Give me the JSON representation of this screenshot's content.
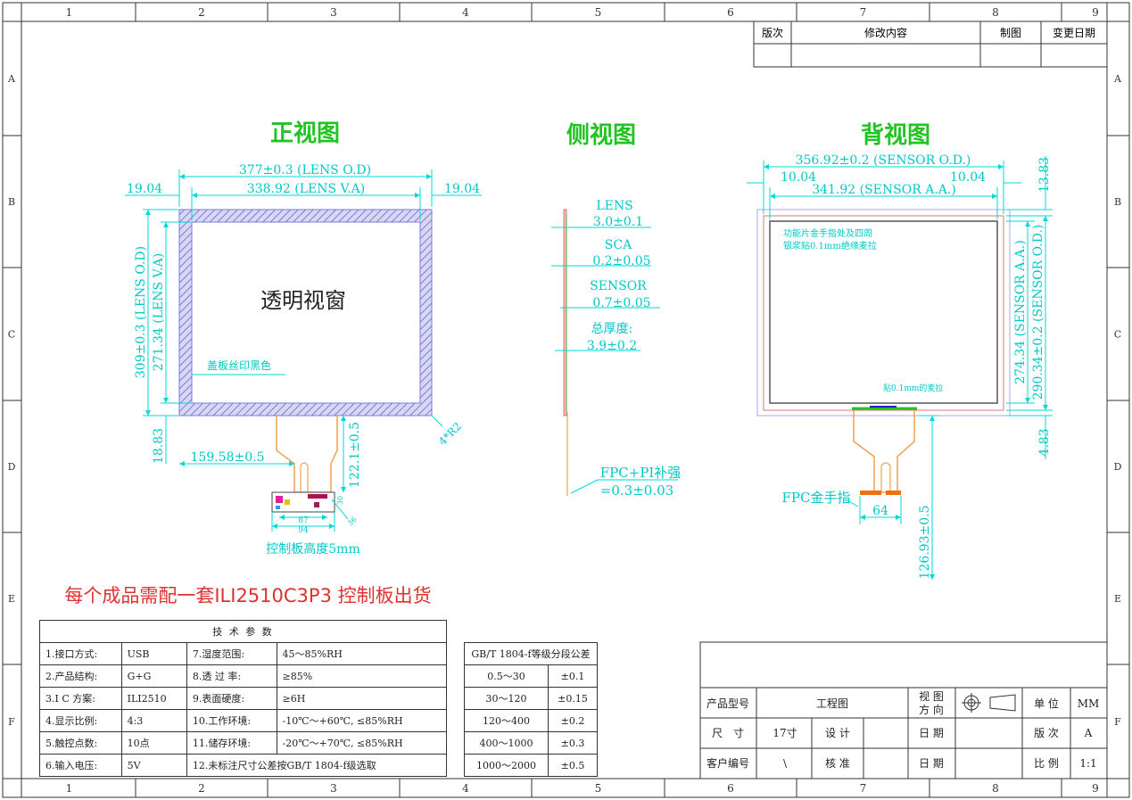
{
  "frame": {
    "col_labels": [
      "1",
      "2",
      "3",
      "4",
      "5",
      "6",
      "7",
      "8",
      "9"
    ],
    "row_labels": [
      "A",
      "B",
      "C",
      "D",
      "E",
      "F"
    ]
  },
  "revision_block": {
    "headers": [
      "版次",
      "修改内容",
      "制图",
      "变更日期"
    ]
  },
  "views": {
    "front_title": "正视图",
    "side_title": "侧视图",
    "back_title": "背视图"
  },
  "front": {
    "lens_od_width": "377±0.3 (LENS O.D)",
    "lens_va_width": "338.92 (LENS V.A)",
    "left_margin": "19.04",
    "right_margin": "19.04",
    "lens_od_height": "309±0.3 (LENS O.D)",
    "lens_va_height": "271.34 (LENS V.A)",
    "window_label": "透明视窗",
    "print_note": "盖板丝印黑色",
    "corner_radius": "4*R2",
    "bottom_margin": "18.83",
    "fpc_offset": "159.58±0.5",
    "fpc_length": "122.1±0.5",
    "board_width_inner": "87",
    "board_width_outer": "94",
    "board_side_1": "30",
    "board_side_2": "36",
    "board_note": "控制板高度5mm"
  },
  "side": {
    "lens_label": "LENS",
    "lens_value": "3.0±0.1",
    "sca_label": "SCA",
    "sca_value": "0.2±0.05",
    "sensor_label": "SENSOR",
    "sensor_value": "0.7±0.05",
    "total_label": "总厚度:",
    "total_value": "3.9±0.2",
    "fpc_label": "FPC+PI补强",
    "fpc_value": "=0.3±0.03"
  },
  "back": {
    "sensor_od_width": "356.92±0.2 (SENSOR O.D.)",
    "left_margin": "10.04",
    "right_margin": "10.04",
    "top_margin": "13.83",
    "sensor_aa_width": "341.92 (SENSOR A.A.)",
    "sensor_aa_height": "274.34 (SENSOR A.A.)",
    "sensor_od_height": "290.34±0.2 (SENSOR O.D.)",
    "note_line1": "功能片金手指处及四周",
    "note_line2": "银浆贴0.1mm绝缘麦拉",
    "mylar_note": "贴0.1mm的麦拉",
    "bottom_margin": "4.83",
    "finger_label": "FPC金手指",
    "finger_width": "64",
    "fpc_length": "126.93±0.5"
  },
  "shipping_note": "每个成品需配一套ILI2510C3P3 控制板出货",
  "tech_table": {
    "title": "技 术 参 数",
    "rows": [
      [
        "1.接口方式:",
        "USB",
        "7.湿度范围:",
        "45～85%RH"
      ],
      [
        "2.产品结构:",
        "G+G",
        "8.透 过 率:",
        "≥85%"
      ],
      [
        "3.I C 方案:",
        "ILI2510",
        "9.表面硬度:",
        "≥6H"
      ],
      [
        "4.显示比例:",
        "4:3",
        "10.工作环境:",
        "-10℃～+60℃, ≤85%RH"
      ],
      [
        "5.触控点数:",
        "10点",
        "11.储存环境:",
        "-20℃～+70℃, ≤85%RH"
      ],
      [
        "6.输入电压:",
        "5V",
        "12.未标注尺寸公差按GB/T 1804-f级选取",
        ""
      ]
    ]
  },
  "tolerance_table": {
    "title": "GB/T 1804-f等级分段公差",
    "rows": [
      [
        "0.5～30",
        "±0.1"
      ],
      [
        "30～120",
        "±0.15"
      ],
      [
        "120～400",
        "±0.2"
      ],
      [
        "400～1000",
        "±0.3"
      ],
      [
        "1000～2000",
        "±0.5"
      ]
    ]
  },
  "title_block": {
    "product_model_label": "产品型号",
    "product_model_value": "工程图",
    "view_dir_label_1": "视 图",
    "view_dir_label_2": "方 向",
    "unit_label": "单 位",
    "unit_value": "MM",
    "size_label": "尺　寸",
    "size_value": "17寸",
    "design_label": "设 计",
    "date_label_1": "日 期",
    "version_label": "版 次",
    "version_value": "A",
    "customer_label": "客户编号",
    "customer_value": "\\",
    "check_label": "核 准",
    "date_label_2": "日 期",
    "scale_label": "比 例",
    "scale_value": "1:1"
  },
  "colors": {
    "dimension": "#00e5e5",
    "title_green": "#22c422",
    "hatch": "#7b7bd8",
    "sensor": "#dd5555",
    "fpc": "#f0a050",
    "note_red": "#e03030",
    "frame": "#333333"
  }
}
